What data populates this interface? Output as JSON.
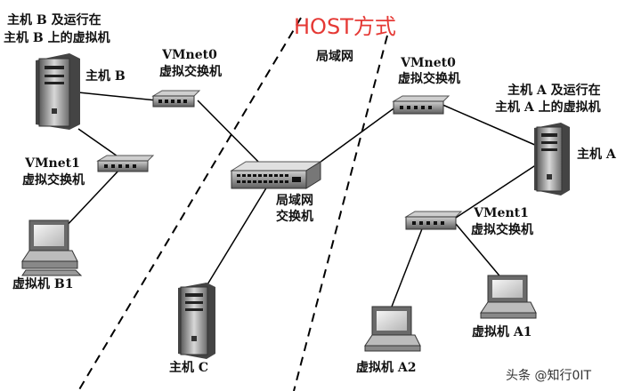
{
  "title": {
    "text": "HOST方式",
    "color": "#e53935"
  },
  "lan": {
    "label": "局域网"
  },
  "host_b": {
    "line1": "主机 B 及运行在",
    "line2": "主机 B 上的虚拟机",
    "name": "主机 B"
  },
  "host_a": {
    "line1": "主机 A 及运行在",
    "line2": "主机 A 上的虚拟机",
    "name": "主机 A"
  },
  "host_c": {
    "name": "主机 C"
  },
  "switch_vmnet0_b": {
    "line1": "VMnet0",
    "line2": "虚拟交换机"
  },
  "switch_vmnet1_b": {
    "line1": "VMnet1",
    "line2": "虚拟交换机"
  },
  "switch_vmnet0_a": {
    "line1": "VMnet0",
    "line2": "虚拟交换机"
  },
  "switch_vment1_a": {
    "line1": "VMent1",
    "line2": "虚拟交换机"
  },
  "lan_switch": {
    "line1": "局域网",
    "line2": "交换机"
  },
  "vm_b1": {
    "name": "虚拟机 B1"
  },
  "vm_a1": {
    "name": "虚拟机 A1"
  },
  "vm_a2": {
    "name": "虚拟机 A2"
  },
  "watermark": {
    "text": "头条 @知行0IT"
  }
}
